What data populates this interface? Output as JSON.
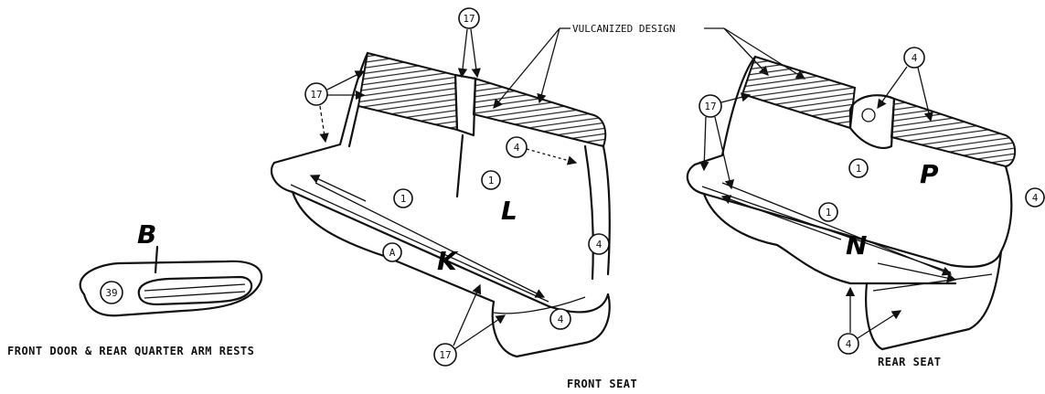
{
  "labels": {
    "vulcanized": "VULCANIZED DESIGN",
    "arm_rests_caption": "FRONT DOOR & REAR QUARTER ARM RESTS",
    "front_seat_caption": "FRONT SEAT",
    "rear_seat_caption": "REAR SEAT"
  },
  "section_letters": {
    "b": "B",
    "k": "K",
    "l": "L",
    "n": "N",
    "p": "P"
  },
  "callouts": {
    "armrest_39": "39",
    "front_top_17": "17",
    "front_left_17": "17",
    "front_bottom_17": "17",
    "front_center_4": "4",
    "front_right_4": "4",
    "front_bottom_4": "4",
    "front_cushion_1": "1",
    "front_back_1": "1",
    "front_front_A": "A",
    "rear_top_4": "4",
    "rear_right_4": "4",
    "rear_bottom_4": "4",
    "rear_left_17": "17",
    "rear_cushion_1": "1",
    "rear_back_1": "1"
  }
}
